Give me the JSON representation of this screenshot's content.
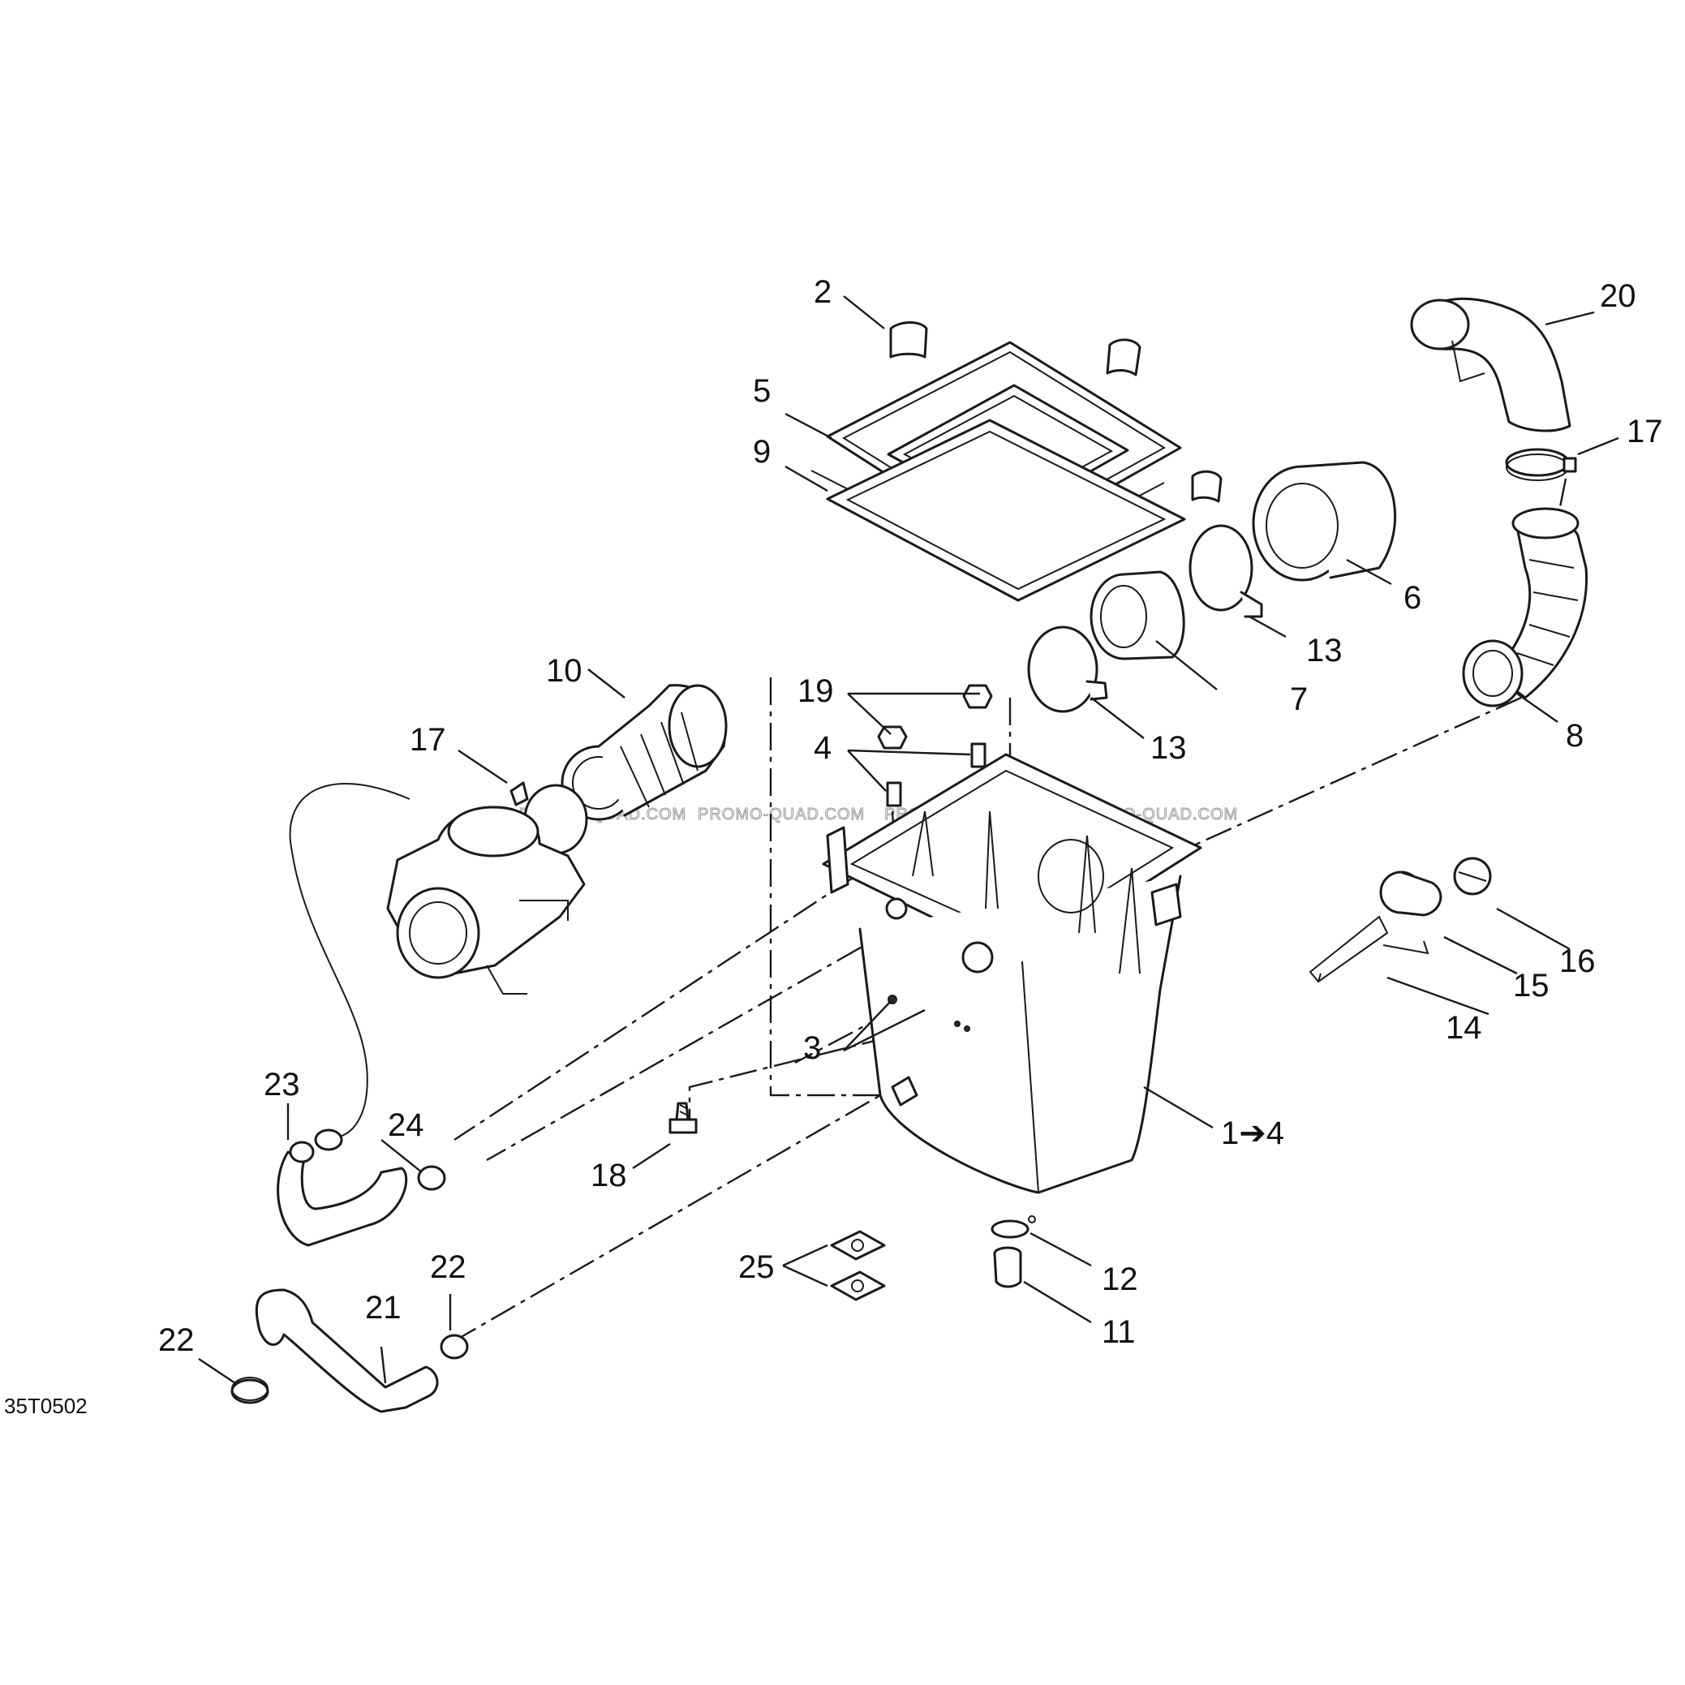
{
  "diagram": {
    "code": "35T0502",
    "watermark": "PROMO-QUAD.COM",
    "callouts": [
      {
        "id": "c-1",
        "text": "1➔4"
      },
      {
        "id": "c-2",
        "text": "2"
      },
      {
        "id": "c-3",
        "text": "3"
      },
      {
        "id": "c-4",
        "text": "4"
      },
      {
        "id": "c-5",
        "text": "5"
      },
      {
        "id": "c-6",
        "text": "6"
      },
      {
        "id": "c-7",
        "text": "7"
      },
      {
        "id": "c-8",
        "text": "8"
      },
      {
        "id": "c-9",
        "text": "9"
      },
      {
        "id": "c-10",
        "text": "10"
      },
      {
        "id": "c-11",
        "text": "11"
      },
      {
        "id": "c-12",
        "text": "12"
      },
      {
        "id": "c-13a",
        "text": "13"
      },
      {
        "id": "c-13b",
        "text": "13"
      },
      {
        "id": "c-14",
        "text": "14"
      },
      {
        "id": "c-15",
        "text": "15"
      },
      {
        "id": "c-16",
        "text": "16"
      },
      {
        "id": "c-17a",
        "text": "17"
      },
      {
        "id": "c-17b",
        "text": "17"
      },
      {
        "id": "c-18",
        "text": "18"
      },
      {
        "id": "c-19",
        "text": "19"
      },
      {
        "id": "c-20",
        "text": "20"
      },
      {
        "id": "c-21",
        "text": "21"
      },
      {
        "id": "c-22a",
        "text": "22"
      },
      {
        "id": "c-22b",
        "text": "22"
      },
      {
        "id": "c-23",
        "text": "23"
      },
      {
        "id": "c-24",
        "text": "24"
      },
      {
        "id": "c-25",
        "text": "25"
      }
    ]
  }
}
